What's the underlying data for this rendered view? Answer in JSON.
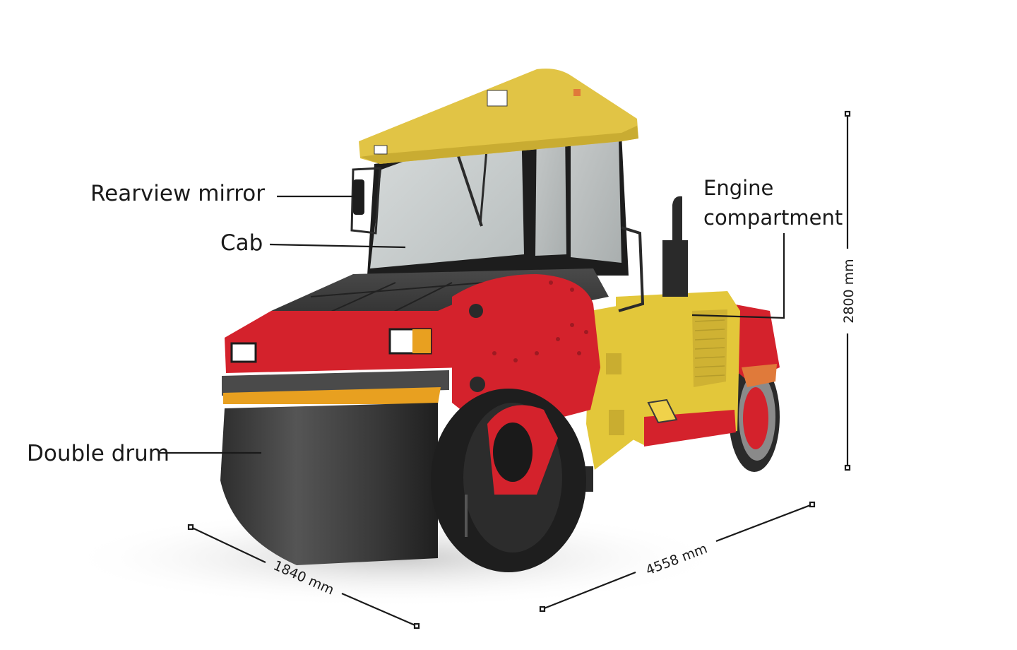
{
  "labels": {
    "rearview_mirror": "Rearview mirror",
    "cab": "Cab",
    "engine_line1": "Engine",
    "engine_line2": "compartment",
    "double_drum": "Double drum"
  },
  "dimensions": {
    "height": "2800 mm",
    "width": "1840 mm",
    "length": "4558 mm"
  },
  "colors": {
    "body_yellow": "#e3c73a",
    "roof_yellow": "#e1c445",
    "frame_red": "#d4222c",
    "drum_dark": "#3d3d3d",
    "orange_stripe": "#e8a020"
  }
}
